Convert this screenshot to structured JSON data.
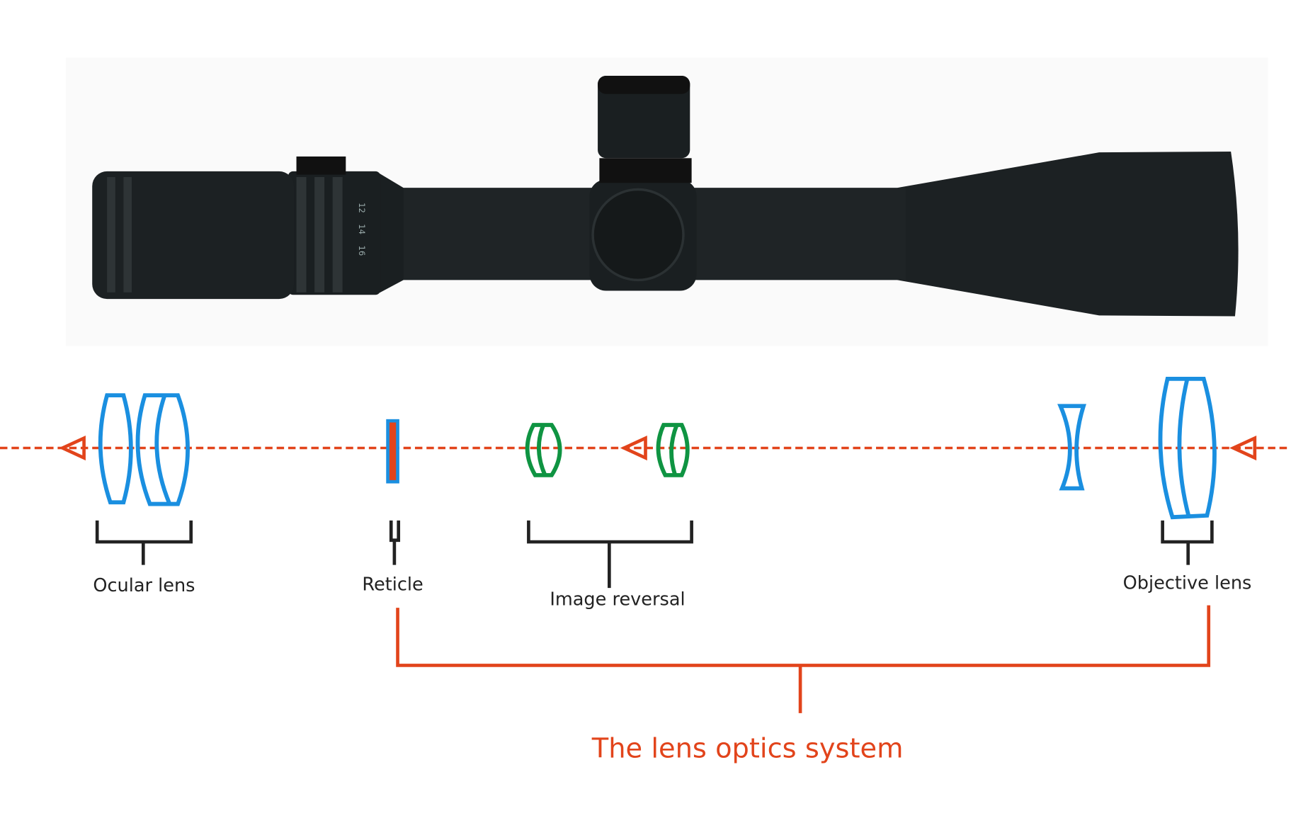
{
  "diagram": {
    "title": "The lens optics system",
    "labels": {
      "ocular": "Ocular lens",
      "reticle": "Reticle",
      "reversal": "Image reversal",
      "objective": "Objective lens"
    },
    "scope_markings": [
      "12",
      "14",
      "16"
    ],
    "colors": {
      "axis": "#e2441b",
      "lens_blue": "#1a8fe0",
      "lens_green": "#0f9442",
      "bracket": "#222222",
      "scope_body": "#1c2123"
    }
  }
}
